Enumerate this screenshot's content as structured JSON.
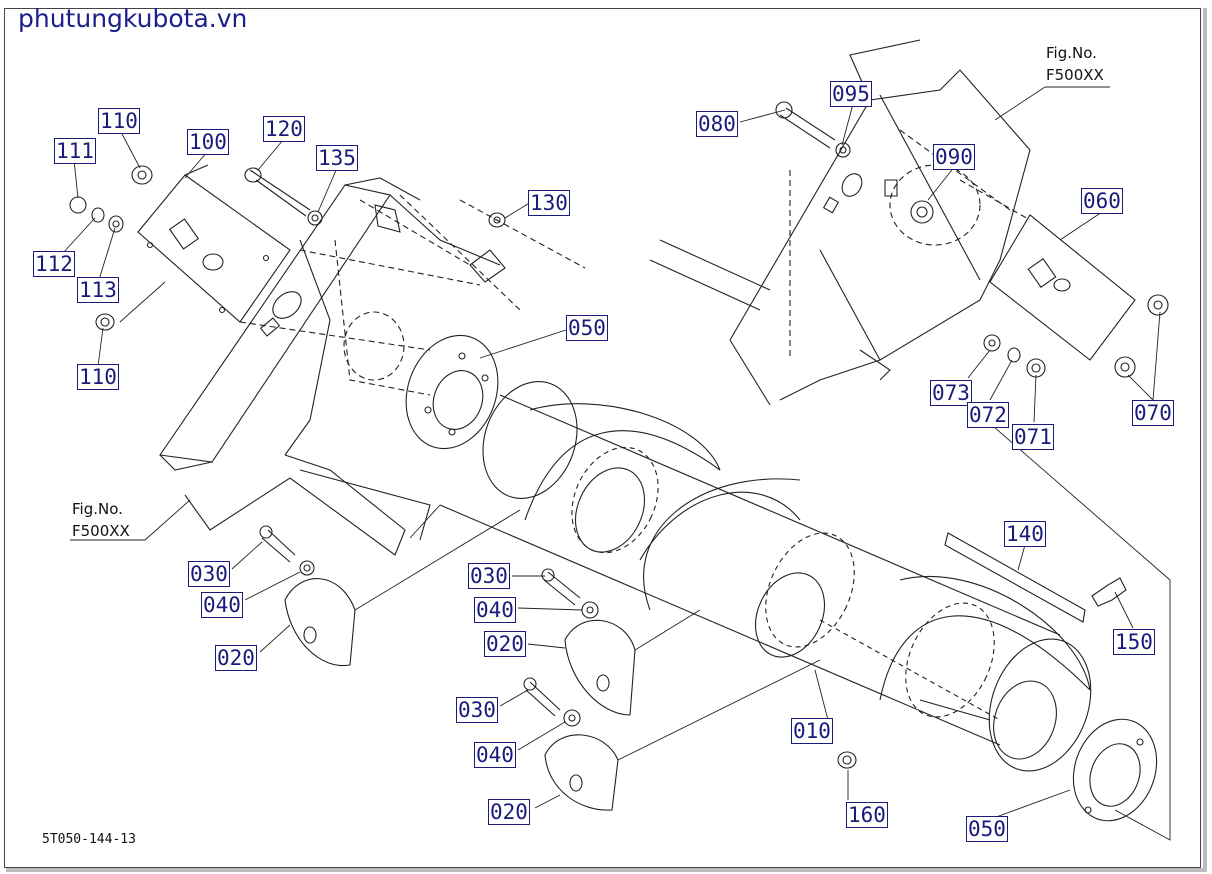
{
  "watermark": "phutungkubota.vn",
  "drawing_code": "5T050-144-13",
  "fig_refs": [
    {
      "label": "Fig.No.",
      "code": "F500XX"
    },
    {
      "label": "Fig.No.",
      "code": "F500XX"
    }
  ],
  "part_labels": [
    "110",
    "100",
    "120",
    "135",
    "111",
    "130",
    "112",
    "113",
    "110",
    "050",
    "030",
    "040",
    "020",
    "030",
    "040",
    "020",
    "030",
    "040",
    "020",
    "080",
    "095",
    "090",
    "060",
    "073",
    "072",
    "071",
    "070",
    "140",
    "150",
    "010",
    "160",
    "050"
  ]
}
